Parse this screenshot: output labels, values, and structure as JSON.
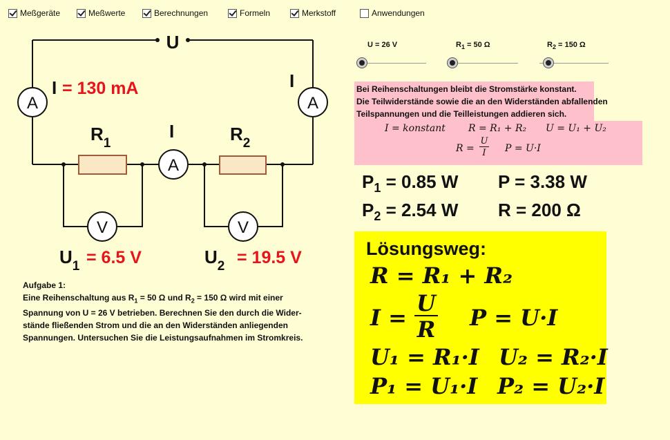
{
  "checkboxes": [
    {
      "label": "Meßgeräte",
      "checked": true
    },
    {
      "label": "Meßwerte",
      "checked": true
    },
    {
      "label": "Berechnungen",
      "checked": true
    },
    {
      "label": "Formeln",
      "checked": true
    },
    {
      "label": "Merkstoff",
      "checked": true
    },
    {
      "label": "Anwendungen",
      "checked": false
    }
  ],
  "circuit": {
    "source_label": "U",
    "ammeter_symbol": "A",
    "voltmeter_symbol": "V",
    "current_symbol": "I",
    "current_value": "= 130 mA",
    "r1_letter": "R",
    "r1_sub": "1",
    "r2_letter": "R",
    "r2_sub": "2",
    "u1_letter": "U",
    "u1_sub": "1",
    "u1_value": "= 6.5 V",
    "u2_letter": "U",
    "u2_sub": "2",
    "u2_value": "= 19.5 V"
  },
  "sliders": {
    "u": {
      "label": "U = 26 V"
    },
    "r1": {
      "pre": "R",
      "sub": "1",
      "post": " = 50 Ω"
    },
    "r2": {
      "pre": "R",
      "sub": "2",
      "post": " = 150 Ω"
    }
  },
  "merkstoff": {
    "line1": "Bei Reihenschaltungen bleibt die Stromstärke konstant.",
    "line2": "Die Teilwiderstände sowie die an den Widerständen abfallenden",
    "line3": "Teilspannungen und die Teilleistungen addieren sich.",
    "f1": "I = konstant",
    "f2": "R = R₁ + R₂",
    "f3": "U = U₁ + U₂",
    "f4_left": "R =",
    "f4_num": "U",
    "f4_den": "I",
    "f5": "P = U·I"
  },
  "results": {
    "p1_pre": "P",
    "p1_sub": "1",
    "p1_val": " = 0.85 W",
    "p": "P = 3.38 W",
    "p2_pre": "P",
    "p2_sub": "2",
    "p2_val": " = 2.54 W",
    "r": "R = 200 Ω"
  },
  "task": {
    "title": "Aufgabe 1:",
    "l1a": "Eine Reihenschaltung aus R",
    "l1b": "1",
    "l1c": " = 50 Ω und R",
    "l1d": "2",
    "l1e": " = 150 Ω wird mit einer",
    "l2": "Spannung von U = 26 V betrieben. Berechnen Sie den durch die Wider-",
    "l3": "stände fließenden Strom und die an den Widerständen anliegenden",
    "l4": "Spannungen.  Untersuchen Sie die Leistungsaufnahmen im Stromkreis."
  },
  "solution": {
    "title": "Lösungsweg:",
    "f1": "R = R₁ + R₂",
    "f2_left": "I =",
    "f2_num": "U",
    "f2_den": "R",
    "f2_right": "P = U·I",
    "f3a": "U₁ = R₁·I",
    "f3b": "U₂ = R₂·I",
    "f4a": "P₁ = U₁·I",
    "f4b": "P₂ = U₂·I"
  }
}
